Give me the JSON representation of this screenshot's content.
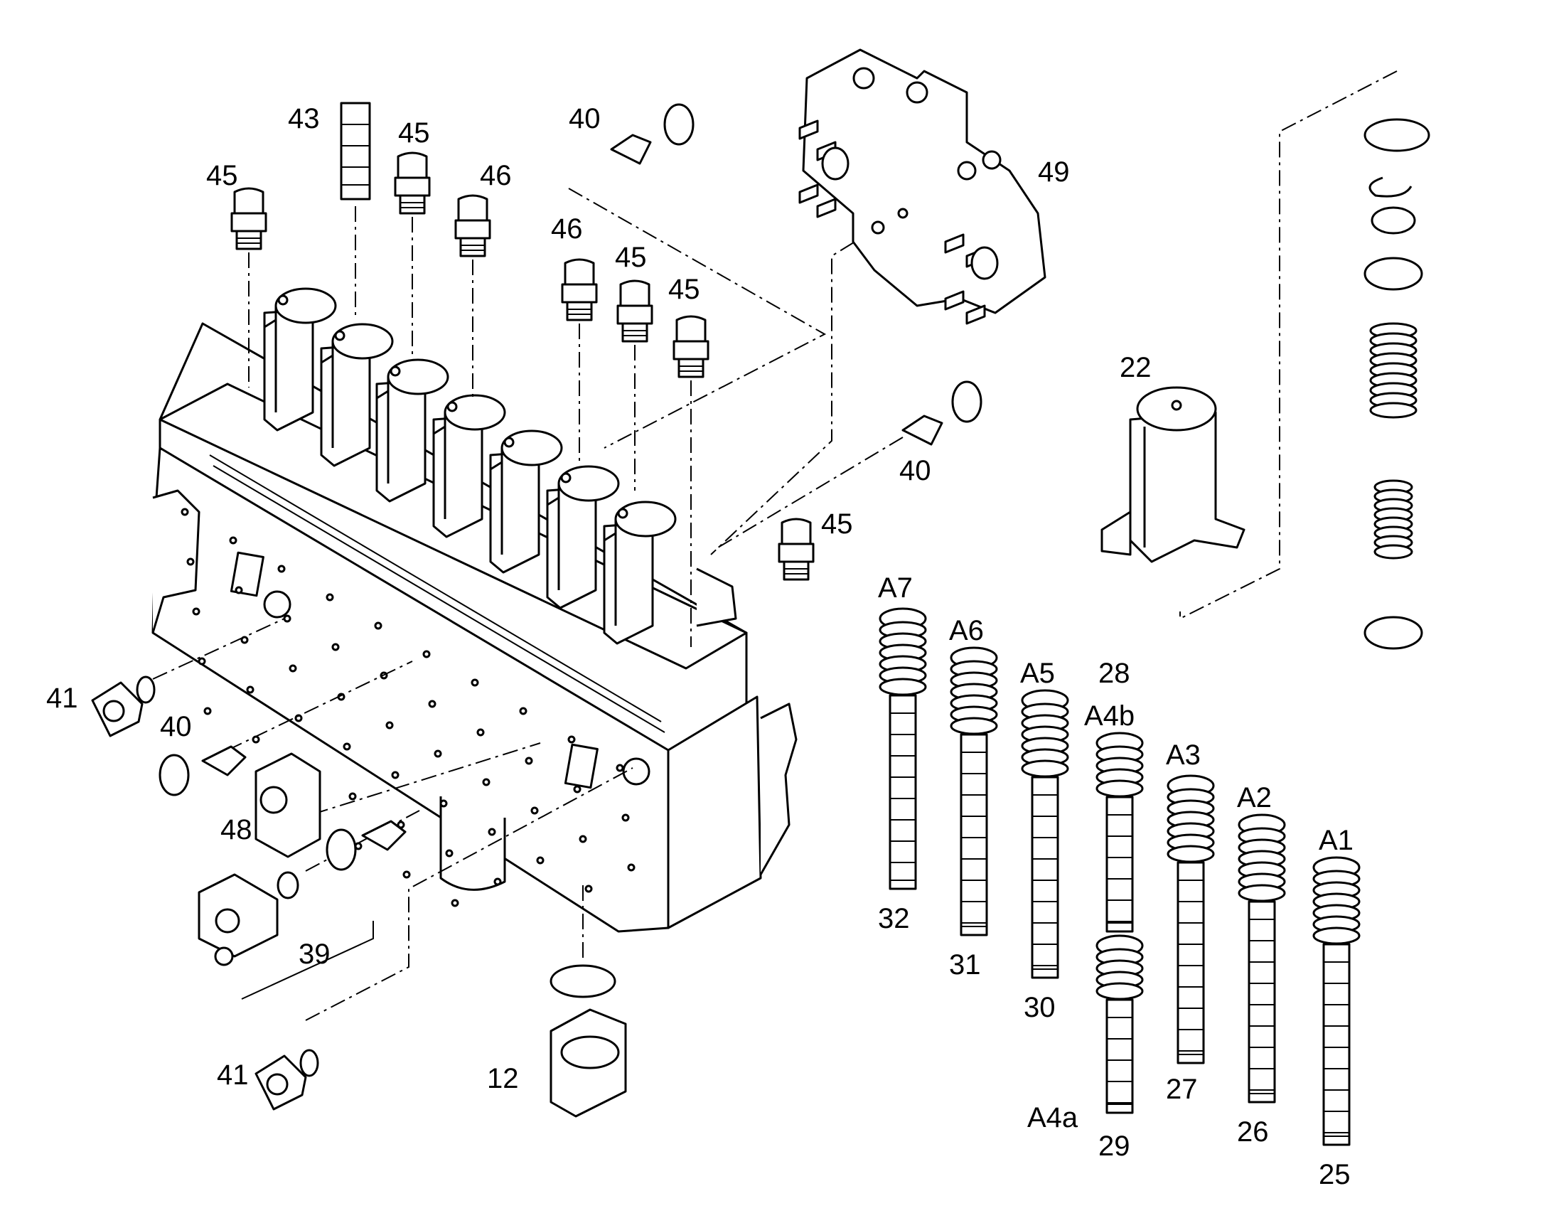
{
  "labels": {
    "l43": "43",
    "l45a": "45",
    "l45b": "45",
    "l45c": "45",
    "l45d": "45",
    "l45e": "45",
    "l46a": "46",
    "l46b": "46",
    "l40a": "40",
    "l40b": "40",
    "l40c": "40",
    "l49": "49",
    "l22": "22",
    "l41a": "41",
    "l41b": "41",
    "l48": "48",
    "l39": "39",
    "l12": "12",
    "lA7": "A7",
    "lA6": "A6",
    "lA5": "A5",
    "l28": "28",
    "lA4b": "A4b",
    "lA3": "A3",
    "lA2": "A2",
    "lA1": "A1",
    "l32": "32",
    "l31": "31",
    "l30": "30",
    "lA4a": "A4a",
    "l29": "29",
    "l27": "27",
    "l26": "26",
    "l25": "25"
  }
}
